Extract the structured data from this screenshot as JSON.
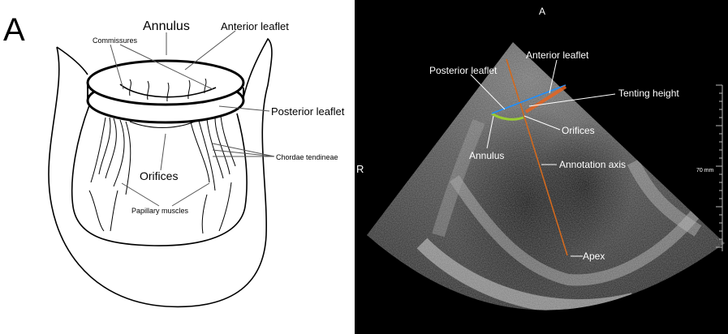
{
  "panel_letter": "A",
  "drawing": {
    "labels": {
      "annulus": "Annulus",
      "anterior_leaflet": "Anterior leaflet",
      "commissures": "Commissures",
      "posterior_leaflet": "Posterior leaflet",
      "chordae_tendineae": "Chordae tendineae",
      "orifices": "Orifices",
      "papillary_muscles": "Papillary muscles"
    }
  },
  "echo": {
    "orientation_top": "A",
    "orientation_left": "R",
    "scale_label": "70 mm",
    "labels": {
      "anterior_leaflet": "Anterior leaflet",
      "posterior_leaflet": "Posterior leaflet",
      "tenting_height": "Tenting height",
      "orifices": "Orifices",
      "annulus": "Annulus",
      "annotation_axis": "Annotation axis",
      "apex": "Apex"
    },
    "colors": {
      "annotation_axis": "#d2691e",
      "annulus_trace": "#9acd32",
      "anterior_trace": "#1e90ff",
      "tenting_trace": "#e8641e"
    }
  }
}
